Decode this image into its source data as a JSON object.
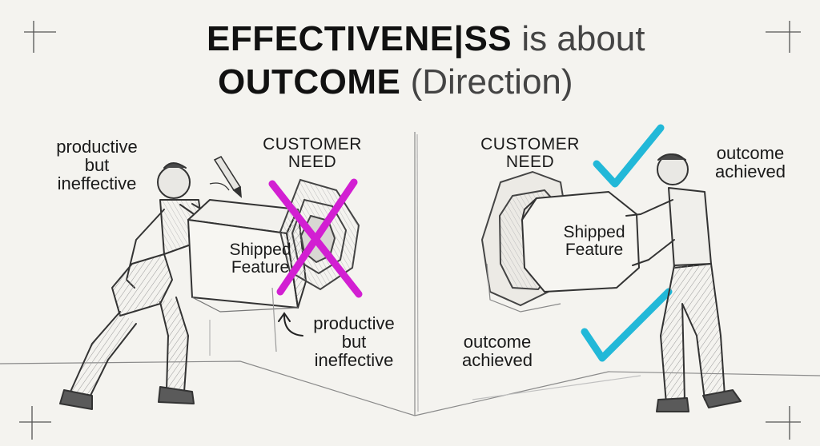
{
  "title": {
    "line1_strong": "EFFECTIVENE|SS",
    "line1_light": "is about",
    "line2_strong": "OUTCOME",
    "line2_light": "(Direction)"
  },
  "left": {
    "note_top_left": [
      "productive",
      "but",
      "ineffective"
    ],
    "customer_need": [
      "CUSTOMER",
      "NEED"
    ],
    "box_label": [
      "Shipped",
      "Feature"
    ],
    "note_bottom": [
      "productive",
      "but",
      "ineffective"
    ]
  },
  "right": {
    "customer_need": [
      "CUSTOMER",
      "NEED"
    ],
    "note_top_right": [
      "outcome",
      "achieved"
    ],
    "box_label": [
      "Shipped",
      "Feature"
    ],
    "note_bottom": [
      "outcome",
      "achieved"
    ]
  },
  "colors": {
    "cross": "#d21fd2",
    "check": "#22b8d8",
    "pencil": "#333333"
  },
  "icons": [
    "pencil-icon",
    "cross-mark-icon",
    "check-mark-icon"
  ]
}
